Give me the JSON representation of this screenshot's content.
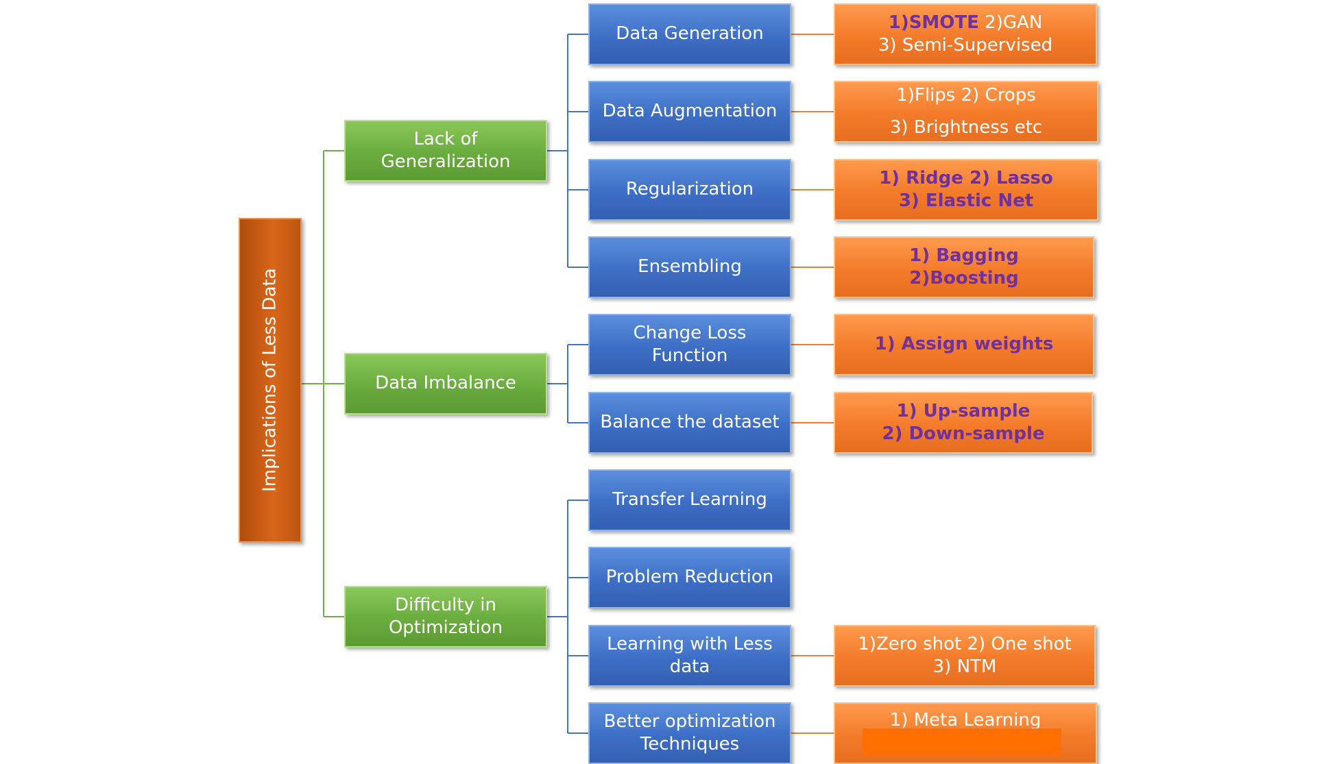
{
  "root": {
    "label": "Implications of Less Data"
  },
  "categories": [
    {
      "label": "Lack of Generalization"
    },
    {
      "label": "Data Imbalance"
    },
    {
      "label": "Difficulty in Optimization"
    }
  ],
  "techniques": [
    {
      "label": "Data Generation"
    },
    {
      "label": "Data Augmentation"
    },
    {
      "label": "Regularization"
    },
    {
      "label": "Ensembling"
    },
    {
      "label": "Change Loss Function"
    },
    {
      "label": "Balance the dataset"
    },
    {
      "label": "Transfer Learning"
    },
    {
      "label": "Problem Reduction"
    },
    {
      "label": "Learning with Less data"
    },
    {
      "label": "Better optimization Techniques"
    }
  ],
  "examples": {
    "data_generation": {
      "smote": "1)SMOTE",
      "gan": " 2)GAN",
      "line2": "3) Semi-Supervised"
    },
    "data_augmentation": {
      "line1": "1)Flips  2) Crops",
      "line2": "3) Brightness etc"
    },
    "regularization": {
      "line1": "1) Ridge  2) Lasso",
      "line2": "3) Elastic Net"
    },
    "ensembling": {
      "line1": "1) Bagging",
      "line2": "2)Boosting"
    },
    "change_loss": {
      "line1": "1) Assign weights"
    },
    "balance_dataset": {
      "line1": "1) Up-sample",
      "line2": "2) Down-sample"
    },
    "learning_less_data": {
      "line1": "1)Zero shot   2) One shot",
      "line2": "3) NTM"
    },
    "better_optimization": {
      "line1": "1) Meta Learning"
    }
  },
  "colors": {
    "root": "#c55a11",
    "category": "#70ad47",
    "technique": "#4472c4",
    "example": "#ed7d31",
    "example_bold_text": "#7030a0",
    "green_connector": "#70ad47",
    "blue_connector": "#4472c4",
    "orange_connector": "#ed7d31"
  }
}
